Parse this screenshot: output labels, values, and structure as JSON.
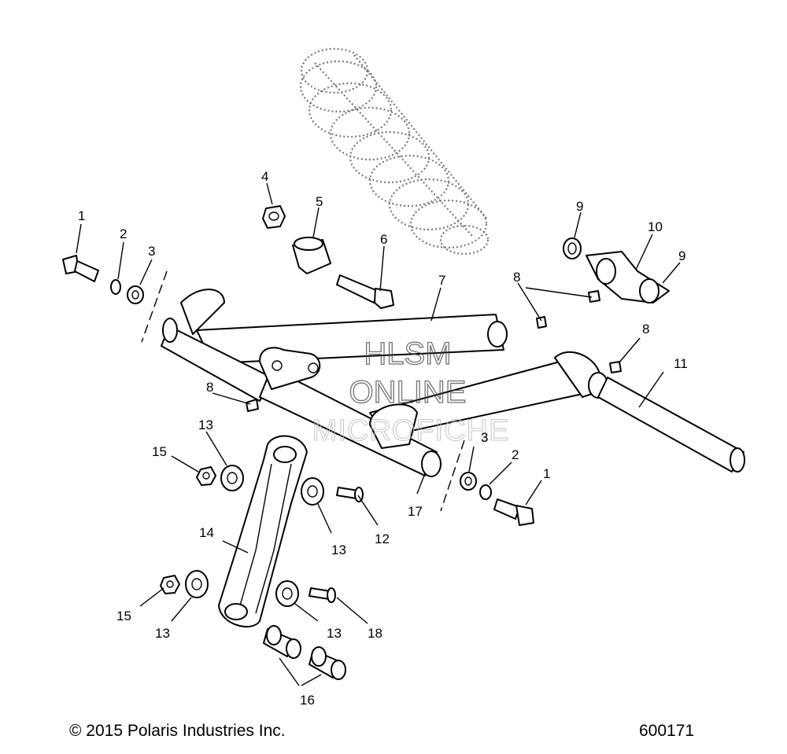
{
  "watermark": {
    "line1": "HLSM",
    "line2": "ONLINE",
    "line3": "MICROFICHE"
  },
  "callouts": {
    "c1a": "1",
    "c2a": "2",
    "c3a": "3",
    "c4": "4",
    "c5": "5",
    "c6": "6",
    "c7": "7",
    "c8a": "8",
    "c8b": "8",
    "c8c": "8",
    "c9a": "9",
    "c10": "10",
    "c9b": "9",
    "c11": "11",
    "c13a": "13",
    "c15a": "15",
    "c14": "14",
    "c13b": "13",
    "c12": "12",
    "c17": "17",
    "c3b": "3",
    "c2b": "2",
    "c1b": "1",
    "c15b": "15",
    "c13c": "13",
    "c13d": "13",
    "c18": "18",
    "c16": "16"
  },
  "footer": {
    "copyright": "© 2015 Polaris Industries Inc.",
    "figure_number": "600171"
  }
}
